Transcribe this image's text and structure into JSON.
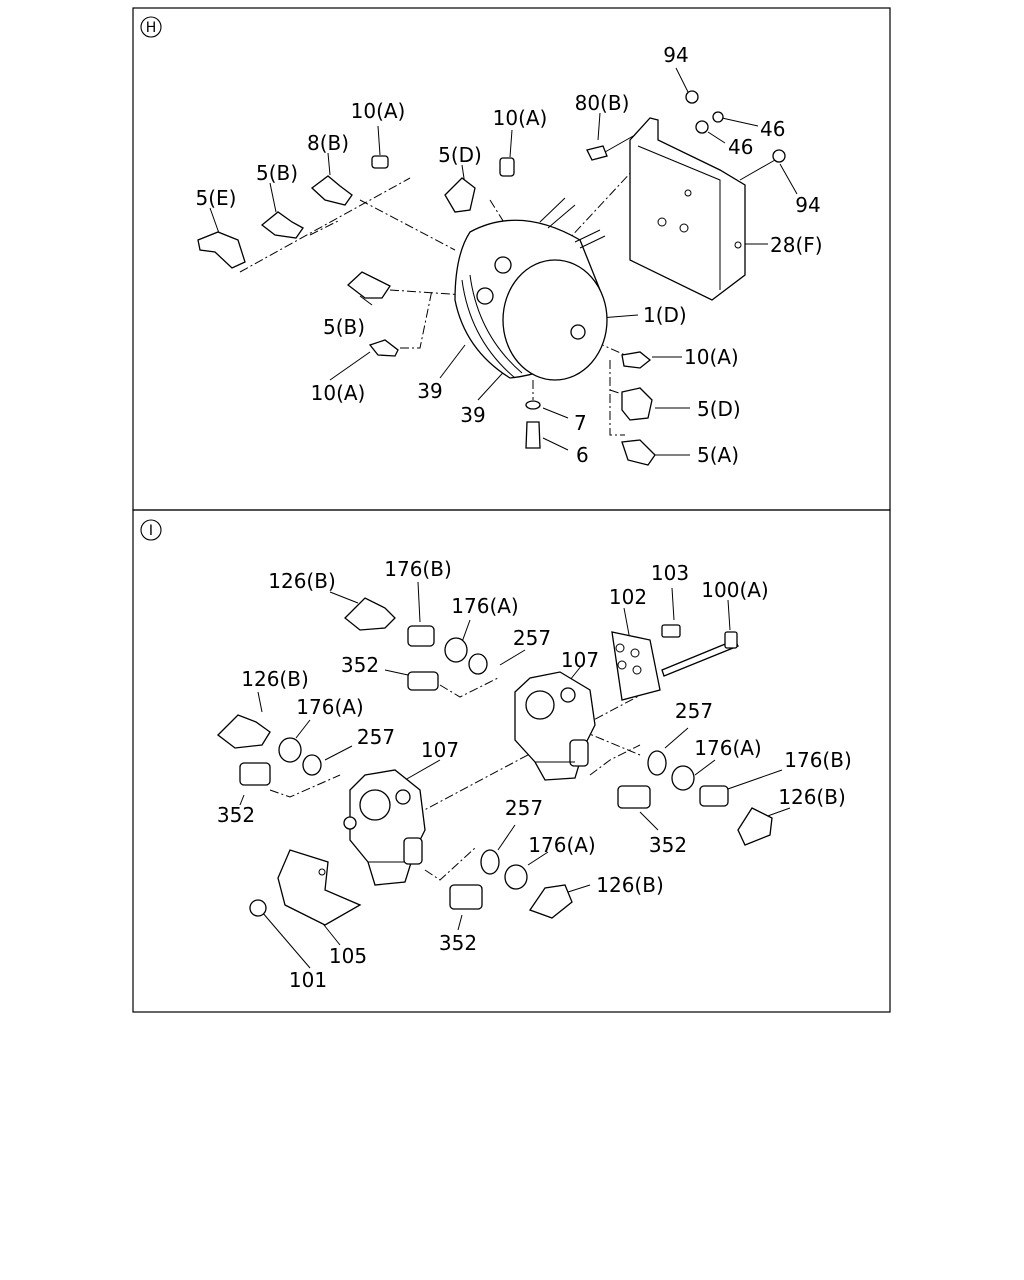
{
  "panels": [
    {
      "id": "H",
      "badge": "H",
      "labels": [
        "94",
        "80(B)",
        "46",
        "46",
        "10(A)",
        "10(A)",
        "5(D)",
        "8(B)",
        "5(B)",
        "5(E)",
        "94",
        "28(F)",
        "5(B)",
        "1(D)",
        "10(A)",
        "10(A)",
        "39",
        "39",
        "7",
        "6",
        "5(D)",
        "5(A)"
      ]
    },
    {
      "id": "I",
      "badge": "I",
      "labels": [
        "126(B)",
        "176(B)",
        "176(A)",
        "257",
        "103",
        "100(A)",
        "102",
        "352",
        "107",
        "126(B)",
        "176(A)",
        "257",
        "107",
        "257",
        "176(A)",
        "176(B)",
        "126(B)",
        "352",
        "352",
        "257",
        "176(A)",
        "126(B)",
        "352",
        "105",
        "101"
      ]
    }
  ]
}
